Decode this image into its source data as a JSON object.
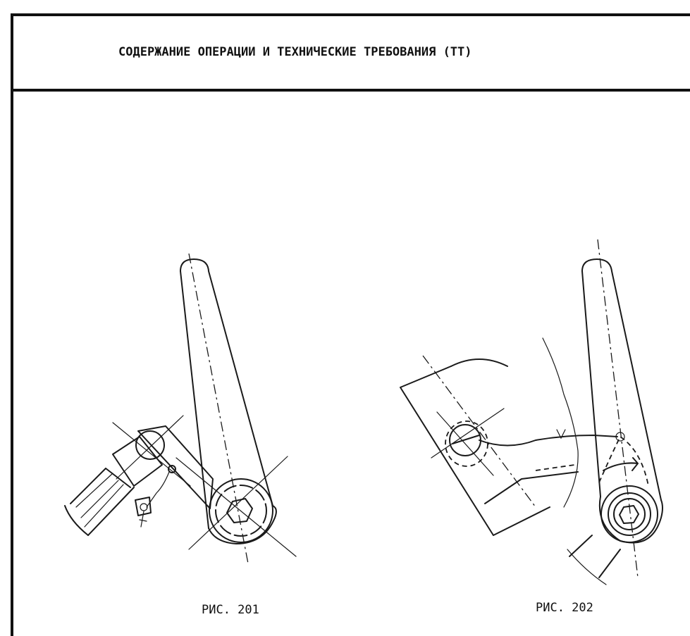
{
  "header": {
    "title": "СОДЕРЖАНИЕ ОПЕРАЦИИ И ТЕХНИЧЕСКИЕ ТРЕБОВАНИЯ (ТТ)"
  },
  "figures": [
    {
      "caption": "РИС. 201"
    },
    {
      "caption": "РИС. 202"
    }
  ]
}
